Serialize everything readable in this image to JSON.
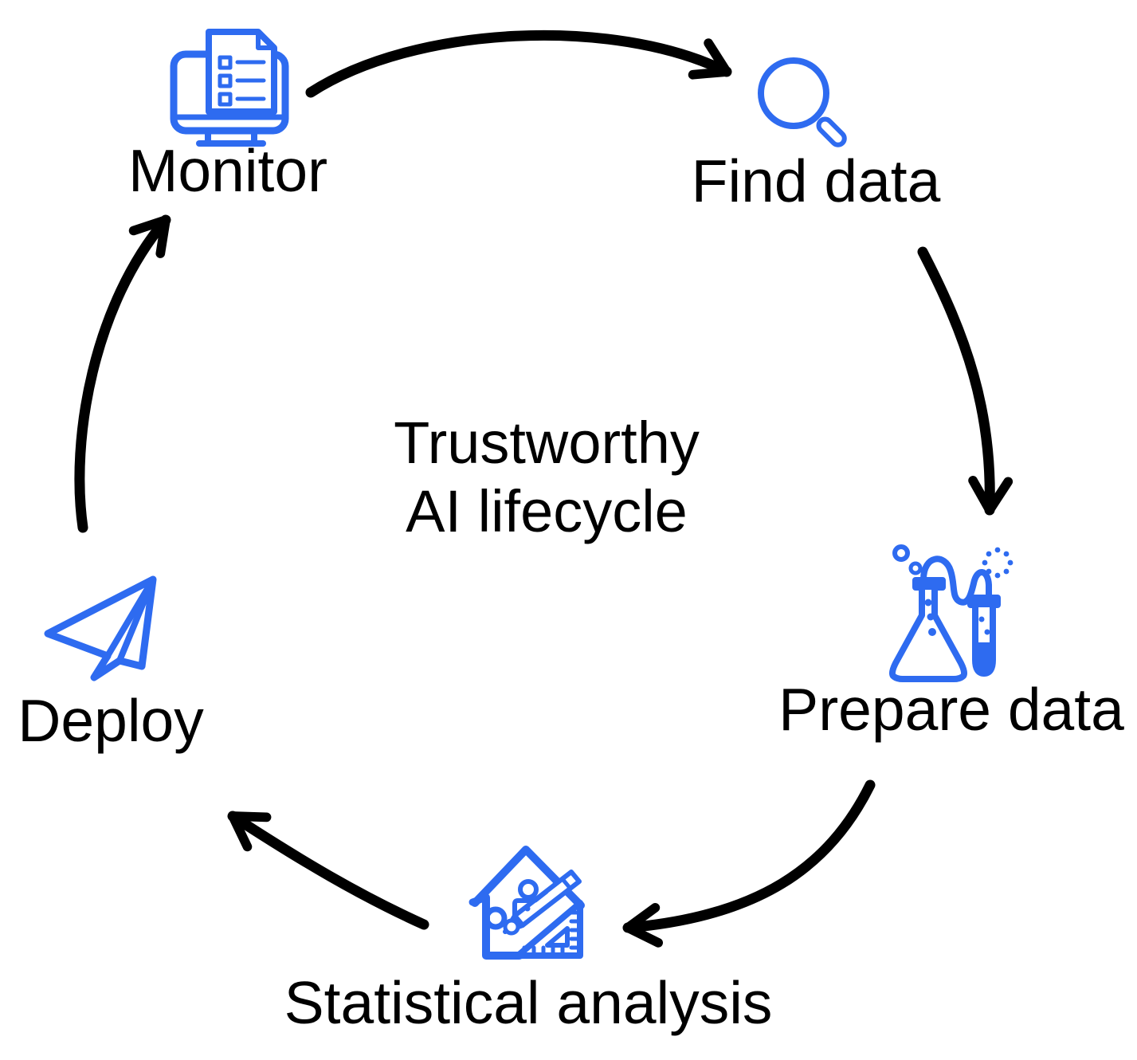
{
  "diagram": {
    "center_title": {
      "line1": "Trustworthy",
      "line2": "AI lifecycle"
    },
    "stages": [
      {
        "label": "Monitor",
        "icon": "monitor-checklist-icon"
      },
      {
        "label": "Find data",
        "icon": "search-magnifier-icon"
      },
      {
        "label": "Prepare data",
        "icon": "chemistry-flask-icon"
      },
      {
        "label": "Statistical analysis",
        "icon": "drafting-tools-icon"
      },
      {
        "label": "Deploy",
        "icon": "paper-plane-icon"
      }
    ],
    "flow": [
      {
        "from": "Monitor",
        "to": "Find data"
      },
      {
        "from": "Find data",
        "to": "Prepare data"
      },
      {
        "from": "Prepare data",
        "to": "Statistical analysis"
      },
      {
        "from": "Statistical analysis",
        "to": "Deploy"
      },
      {
        "from": "Deploy",
        "to": "Monitor"
      }
    ],
    "colors": {
      "icon_accent": "#2E6BF0",
      "arrow": "#000000",
      "text": "#000000",
      "background": "#FFFFFF"
    }
  }
}
